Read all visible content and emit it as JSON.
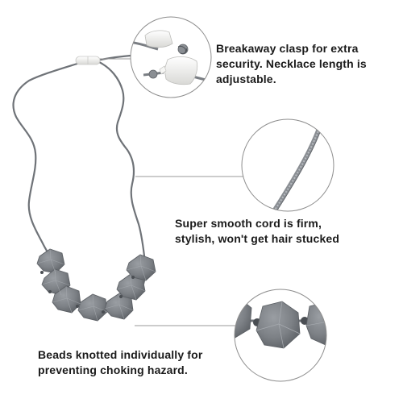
{
  "captions": {
    "clasp": {
      "line1": "Breakaway clasp for extra",
      "line2": "security. Necklace length is",
      "line3": "adjustable."
    },
    "cord": {
      "line1": "Super smooth cord is firm,",
      "line2": "stylish, won't get hair stucked"
    },
    "beads": {
      "line1": "Beads knotted individually for",
      "line2": "preventing choking hazard."
    }
  },
  "colors": {
    "background": "#ffffff",
    "bead": "#7e8287",
    "cord": "#6f7378",
    "clasp": "#f4f4f2",
    "callout_line": "#9a9a9a",
    "text": "#1a1a1a"
  }
}
